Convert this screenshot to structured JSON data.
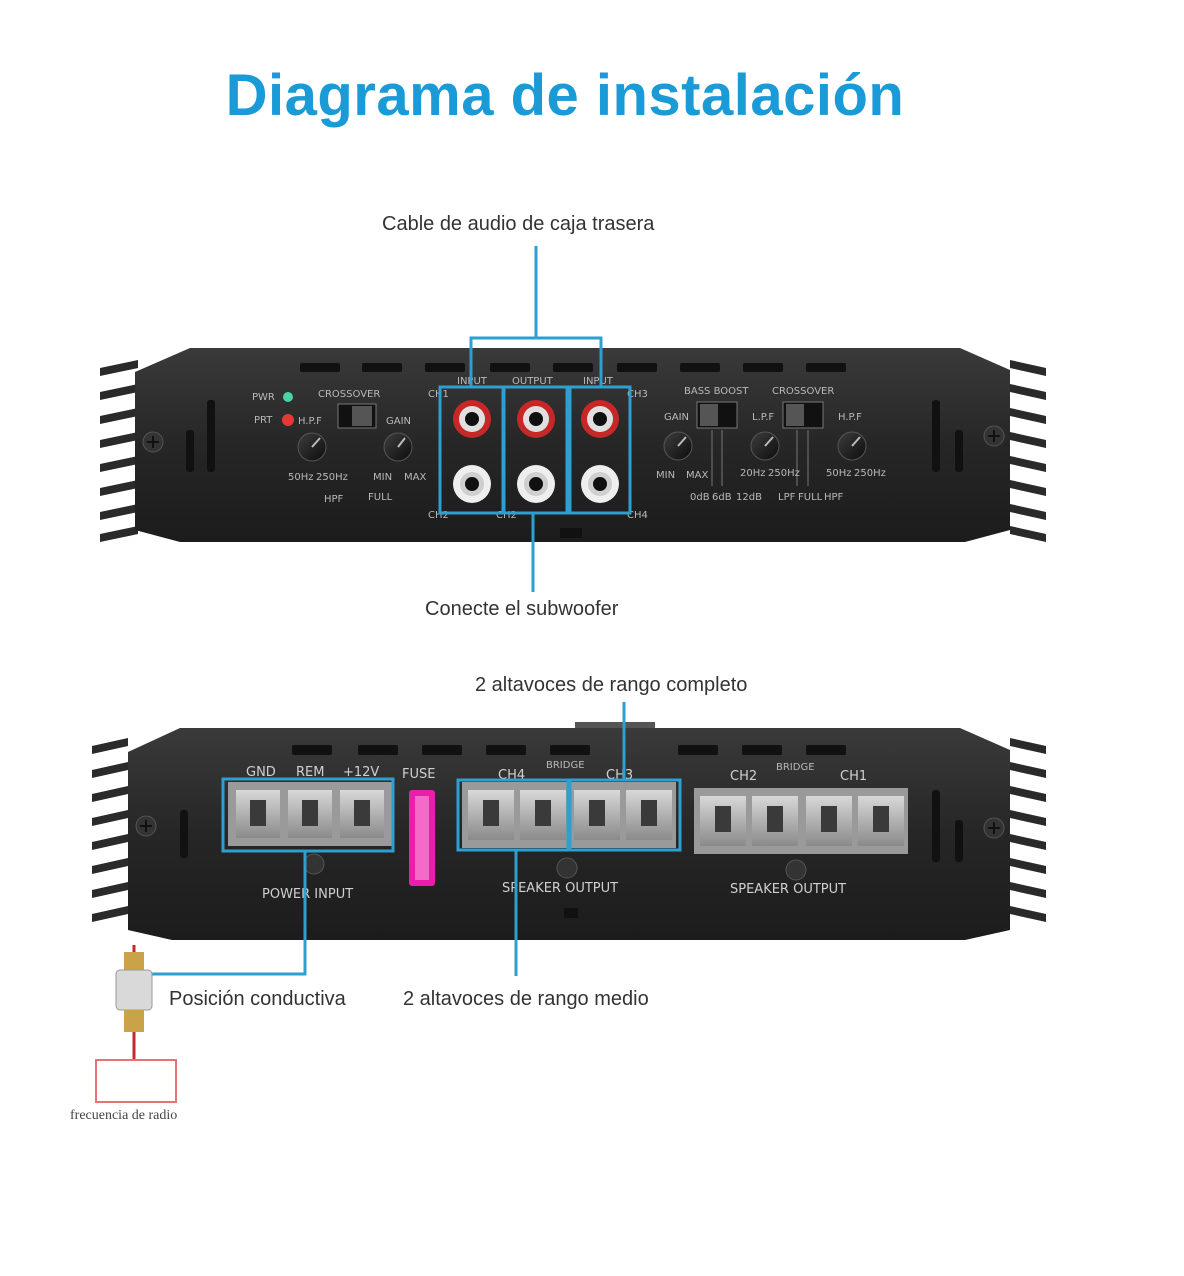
{
  "title": "Diagrama de instalación",
  "colors": {
    "title": "#1a9ad6",
    "highlight": "#2d9fd0",
    "amp_body": "#262626",
    "fuse": "#e81fa8"
  },
  "callouts": {
    "rear_audio": "Cable de audio de caja trasera",
    "subwoofer": "Conecte el subwoofer",
    "full_range": "2 altavoces de rango completo",
    "conductive": "Posición conductiva",
    "mid_range": "2 altavoces de rango medio",
    "radio": "frecuencia de radio"
  },
  "top_amp": {
    "pwr": "PWR",
    "prt": "PRT",
    "crossover_left": "CROSSOVER",
    "hpf_left": "H.P.F",
    "gain_left": "GAIN",
    "freq_low": "50Hz",
    "freq_high": "250Hz",
    "min": "MIN",
    "max": "MAX",
    "hpf": "HPF",
    "full": "FULL",
    "ch1": "CH1",
    "ch2": "CH2",
    "ch3": "CH3",
    "ch4": "CH4",
    "input_left": "INPUT",
    "output": "OUTPUT",
    "input_right": "INPUT",
    "bass_boost": "BASS BOOST",
    "crossover_right": "CROSSOVER",
    "gain_right": "GAIN",
    "lpf": "L.P.F",
    "hpf_right": "H.P.F",
    "boost_0": "0dB",
    "boost_6": "6dB",
    "boost_12": "12dB",
    "freq_20": "20Hz",
    "freq_250": "250Hz",
    "freq_50": "50Hz",
    "lpf_pos": "LPF",
    "full_pos": "FULL",
    "hpf_pos": "HPF",
    "min_right": "MIN",
    "max_right": "MAX"
  },
  "bottom_amp": {
    "gnd": "GND",
    "rem": "REM",
    "v12": "+12V",
    "fuse": "FUSE",
    "power_input": "POWER INPUT",
    "bridge_left": "BRIDGE",
    "ch4": "CH4",
    "ch3": "CH3",
    "speaker_output_left": "SPEAKER OUTPUT",
    "bridge_right": "BRIDGE",
    "ch2": "CH2",
    "ch1": "CH1",
    "speaker_output_right": "SPEAKER OUTPUT"
  }
}
